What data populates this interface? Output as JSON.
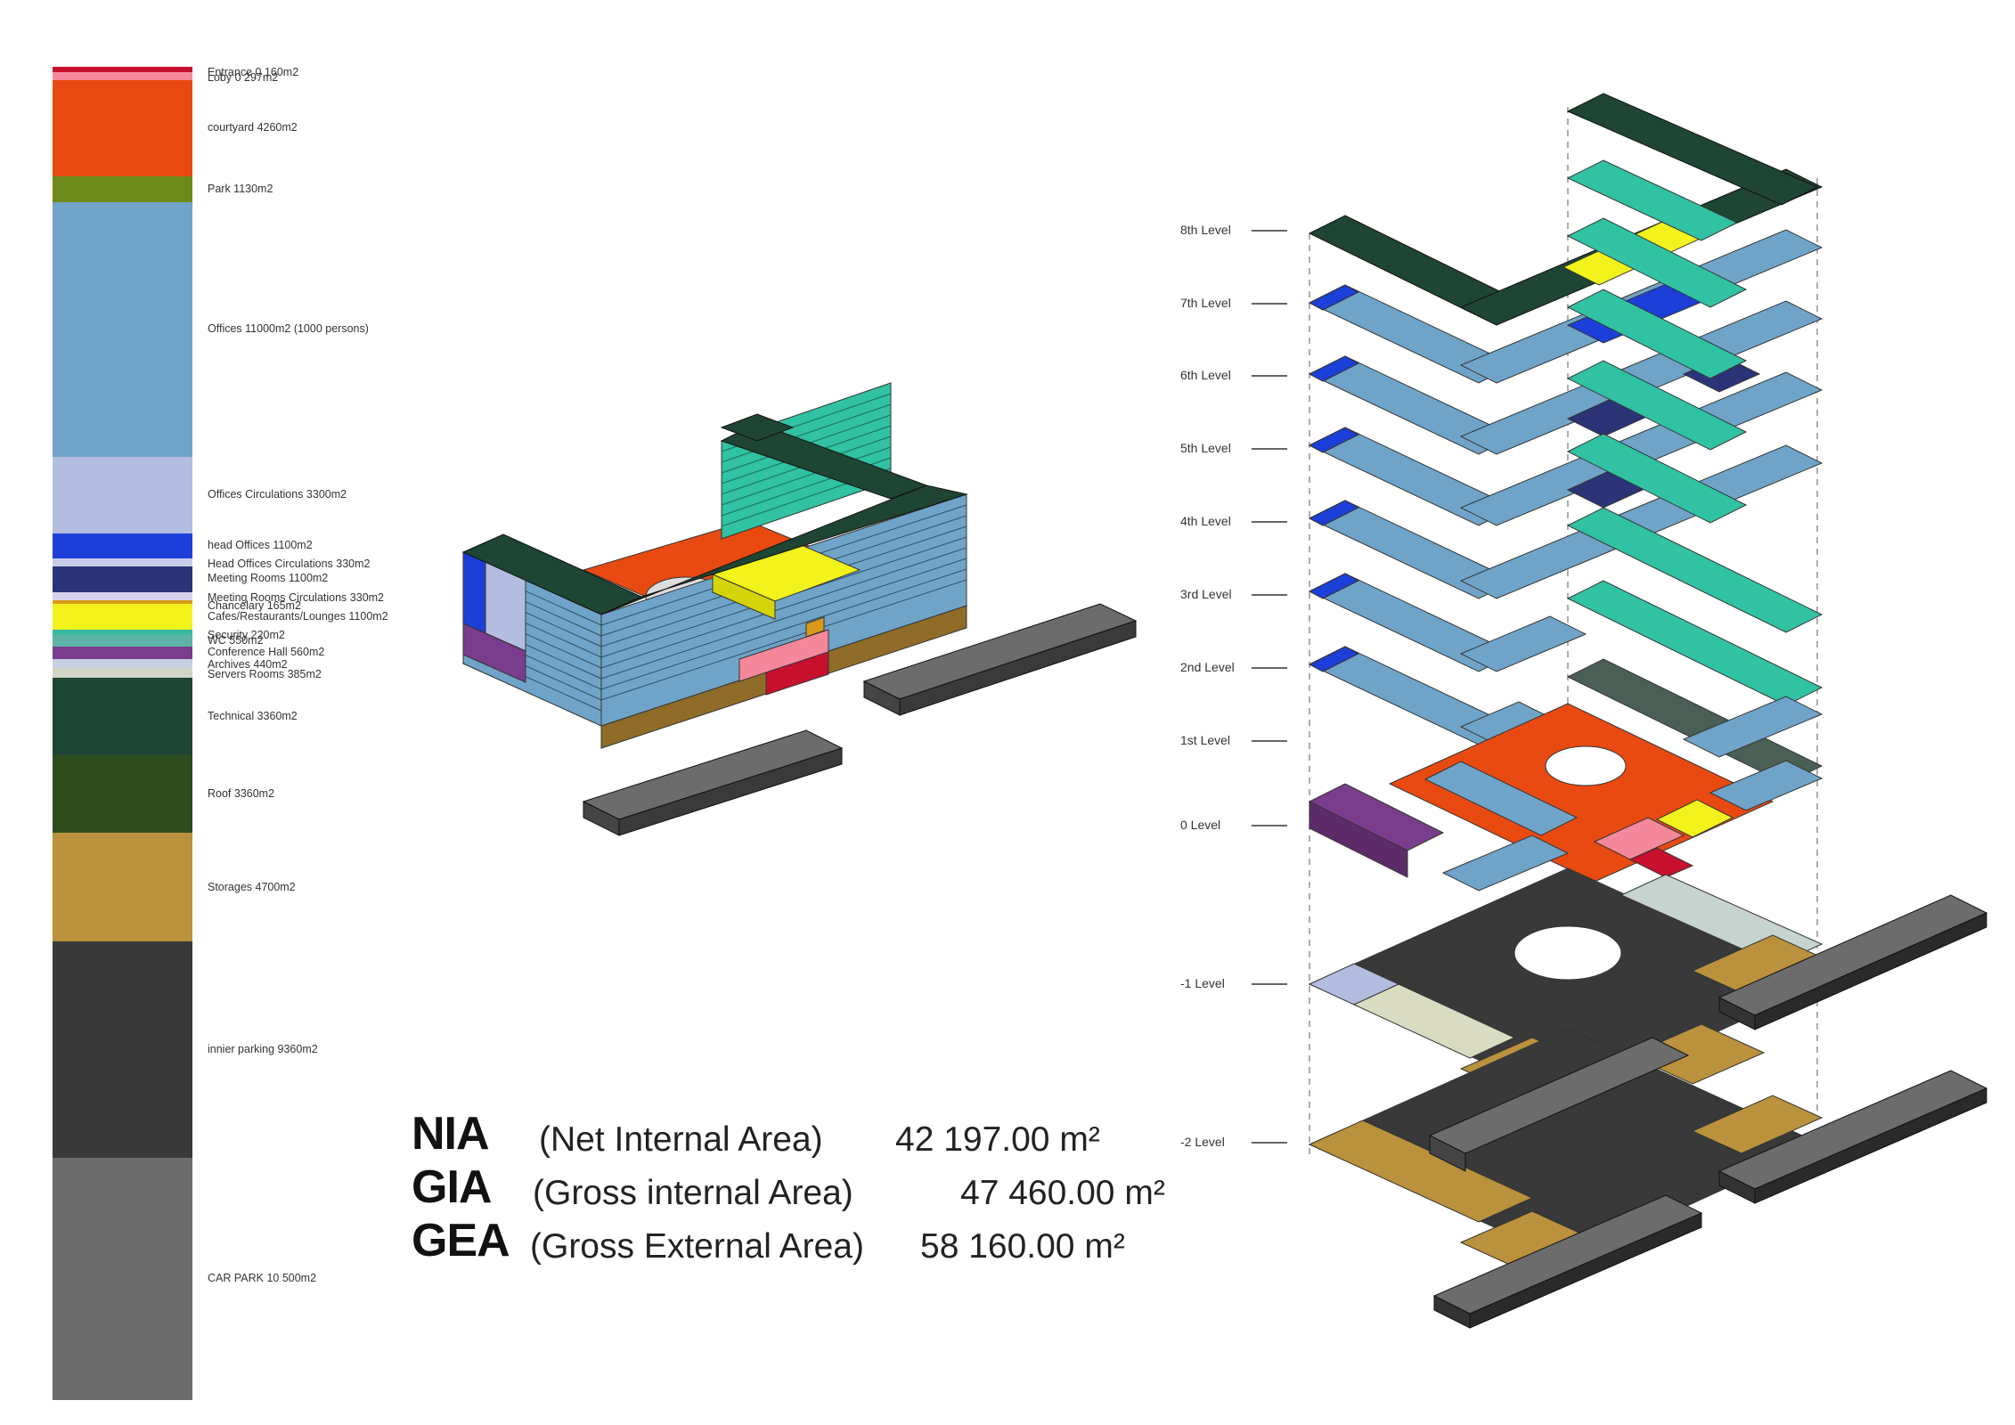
{
  "legend": [
    {
      "label": "Entrance 0 160m2",
      "color": "#c8102e",
      "frac": 0.004
    },
    {
      "label": "Loby 0 297m2",
      "color": "#f4889a",
      "frac": 0.006
    },
    {
      "label": "courtyard 4260m2",
      "color": "#e84a12",
      "frac": 0.072
    },
    {
      "label": "Park  1130m2",
      "color": "#6b8a1a",
      "frac": 0.019
    },
    {
      "label": "Offices 11000m2 (1000 persons)",
      "color": "#6fa4c8",
      "frac": 0.19
    },
    {
      "label": "Offices Circulations 3300m2",
      "color": "#b3bde0",
      "frac": 0.057
    },
    {
      "label": "head Offices 1100m2",
      "color": "#1c3fd9",
      "frac": 0.019
    },
    {
      "label": "Head Offices Circulations 330m2",
      "color": "#c9cce8",
      "frac": 0.006
    },
    {
      "label": "Meeting Rooms 1100m2",
      "color": "#2a3477",
      "frac": 0.019
    },
    {
      "label": "Meeting Rooms Circulations 330m2",
      "color": "#d6d2ee",
      "frac": 0.006
    },
    {
      "label": "Chancelary 165m2",
      "color": "#d89a18",
      "frac": 0.003
    },
    {
      "label": "Cafes/Restaurants/Lounges 1100m2",
      "color": "#f2f21c",
      "frac": 0.019
    },
    {
      "label": "Security 220m2",
      "color": "#38b9a0",
      "frac": 0.004
    },
    {
      "label": "WC 550m2",
      "color": "#5db4a6",
      "frac": 0.009
    },
    {
      "label": "Conference Hall 560m2",
      "color": "#7a3c8c",
      "frac": 0.009
    },
    {
      "label": "Archives 440m2",
      "color": "#c7cfe3",
      "frac": 0.007
    },
    {
      "label": "Servers Rooms 385m2",
      "color": "#cfd5c7",
      "frac": 0.007
    },
    {
      "label": "Technical 3360m2",
      "color": "#1f4534",
      "frac": 0.058
    },
    {
      "label": "Roof 3360m2",
      "color": "#2d4d1e",
      "frac": 0.058
    },
    {
      "label": "Storages 4700m2",
      "color": "#ba913c",
      "frac": 0.081
    },
    {
      "label": "innier parking 9360m2",
      "color": "#393939",
      "frac": 0.161
    },
    {
      "label": "CAR PARK 10 500m2",
      "color": "#6c6c6c",
      "frac": 0.181
    }
  ],
  "metrics": [
    {
      "key": "NIA",
      "name": "(Net Internal Area)",
      "value": "42 197.00 m²"
    },
    {
      "key": "GIA",
      "name": "(Gross internal Area)",
      "value": "47 460.00 m²"
    },
    {
      "key": "GEA",
      "name": "(Gross External Area)",
      "value": "58 160.00 m²"
    }
  ],
  "levels": [
    "8th Level",
    "7th Level",
    "6th Level",
    "5th Level",
    "4th Level",
    "3rd Level",
    "2nd Level",
    "1st Level",
    "0 Level",
    "-1 Level",
    "-2 Level"
  ],
  "colors": {
    "roof": "#1f4534",
    "office": "#6fa4c8",
    "circulation": "#b3bde0",
    "head": "#1c3fd9",
    "meeting": "#2a3477",
    "cafe": "#f2f21c",
    "teal": "#30c2a2",
    "court": "#e84a12",
    "storage": "#ba913c",
    "parking": "#393939",
    "carpark": "#6c6c6c",
    "conference": "#7a3c8c",
    "lobby": "#f4889a",
    "entrance": "#c8102e"
  }
}
